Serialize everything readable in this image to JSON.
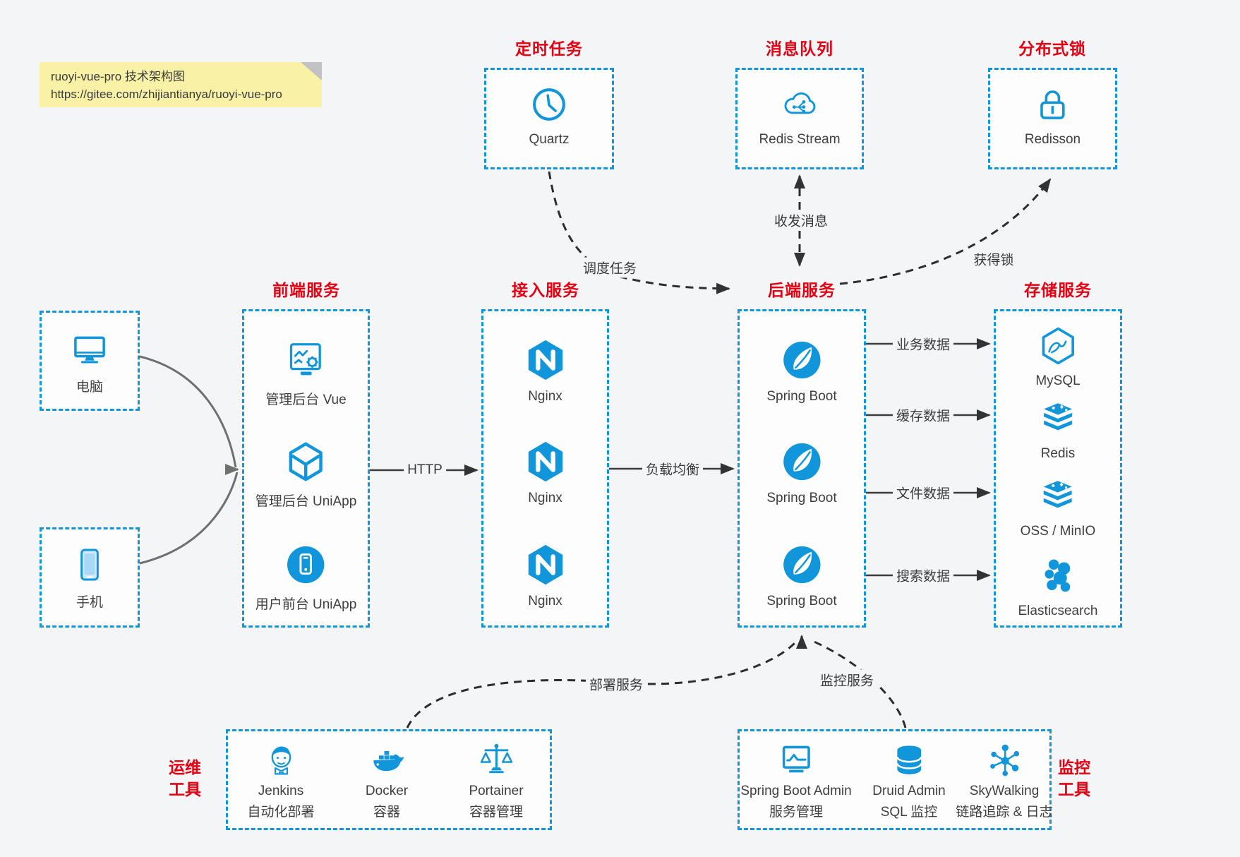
{
  "note": {
    "line1": "ruoyi-vue-pro 技术架构图",
    "line2": "https://gitee.com/zhijiantianya/ruoyi-vue-pro"
  },
  "colors": {
    "accent_blue": "#1296db",
    "title_red": "#e60012",
    "note_yellow": "#f9f2a6",
    "canvas_bg": "#f4f5f6",
    "box_bg": "#fdfdfe",
    "arrow_dark": "#333333",
    "arrow_gray": "#6f6f6f"
  },
  "top_groups": [
    {
      "title": "定时任务",
      "item": {
        "label": "Quartz",
        "icon": "clock-icon"
      }
    },
    {
      "title": "消息队列",
      "item": {
        "label": "Redis Stream",
        "icon": "cloud-share-icon"
      }
    },
    {
      "title": "分布式锁",
      "item": {
        "label": "Redisson",
        "icon": "lock-icon"
      }
    }
  ],
  "columns": [
    {
      "title": "前端服务",
      "items": [
        {
          "label": "管理后台 Vue",
          "icon": "admin-vue-icon"
        },
        {
          "label": "管理后台 UniApp",
          "icon": "uniapp-cube-icon"
        },
        {
          "label": "用户前台 UniApp",
          "icon": "user-app-icon"
        }
      ]
    },
    {
      "title": "接入服务",
      "items": [
        {
          "label": "Nginx",
          "icon": "nginx-icon"
        },
        {
          "label": "Nginx",
          "icon": "nginx-icon"
        },
        {
          "label": "Nginx",
          "icon": "nginx-icon"
        }
      ]
    },
    {
      "title": "后端服务",
      "items": [
        {
          "label": "Spring Boot",
          "icon": "spring-boot-icon"
        },
        {
          "label": "Spring Boot",
          "icon": "spring-boot-icon"
        },
        {
          "label": "Spring Boot",
          "icon": "spring-boot-icon"
        }
      ]
    },
    {
      "title": "存储服务",
      "items": [
        {
          "label": "MySQL",
          "icon": "mysql-icon"
        },
        {
          "label": "Redis",
          "icon": "redis-icon"
        },
        {
          "label": "OSS / MinIO",
          "icon": "oss-minio-icon"
        },
        {
          "label": "Elasticsearch",
          "icon": "elasticsearch-icon"
        }
      ]
    }
  ],
  "devices": [
    {
      "label": "电脑",
      "icon": "computer-icon"
    },
    {
      "label": "手机",
      "icon": "phone-icon"
    }
  ],
  "bottom_groups": [
    {
      "title_lines": [
        "运维",
        "工具"
      ],
      "items": [
        {
          "label": "Jenkins",
          "sublabel": "自动化部署",
          "icon": "jenkins-icon"
        },
        {
          "label": "Docker",
          "sublabel": "容器",
          "icon": "docker-icon"
        },
        {
          "label": "Portainer",
          "sublabel": "容器管理",
          "icon": "portainer-icon"
        }
      ]
    },
    {
      "title_lines": [
        "监控",
        "工具"
      ],
      "items": [
        {
          "label": "Spring Boot Admin",
          "sublabel": "服务管理",
          "icon": "spring-boot-admin-icon"
        },
        {
          "label": "Druid Admin",
          "sublabel": "SQL 监控",
          "icon": "druid-icon"
        },
        {
          "label": "SkyWalking",
          "sublabel": "链路追踪 & 日志",
          "icon": "skywalking-icon"
        }
      ]
    }
  ],
  "edge_labels": {
    "schedule": "调度任务",
    "message": "收发消息",
    "lock": "获得锁",
    "http": "HTTP",
    "load_balance": "负载均衡",
    "business_data": "业务数据",
    "cache_data": "缓存数据",
    "file_data": "文件数据",
    "search_data": "搜索数据",
    "deploy": "部署服务",
    "monitor": "监控服务"
  }
}
